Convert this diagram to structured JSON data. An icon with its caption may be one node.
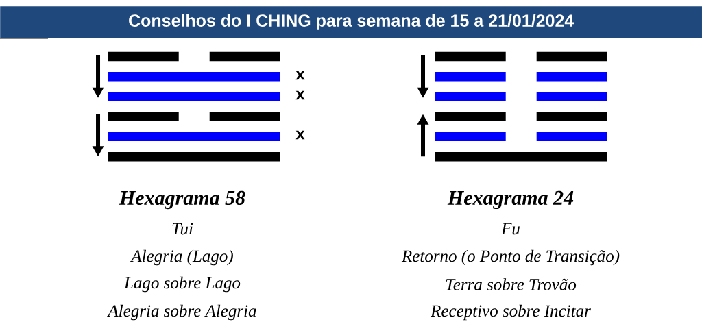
{
  "diagram": {
    "title": "Conselhos do I CHING para semana de 15 a 21/01/2024",
    "labels": [
      "x",
      "x",
      "x",
      "Hexagrama 58",
      "Tui",
      "Alegria (Lago)",
      "Lago sobre Lago",
      "Alegria sobre Alegria",
      "Hexagrama 24",
      "Fu",
      "Retorno (o Ponto de Transição)",
      "Terra sobre Trovão",
      "Receptivo sobre Incitar"
    ]
  }
}
